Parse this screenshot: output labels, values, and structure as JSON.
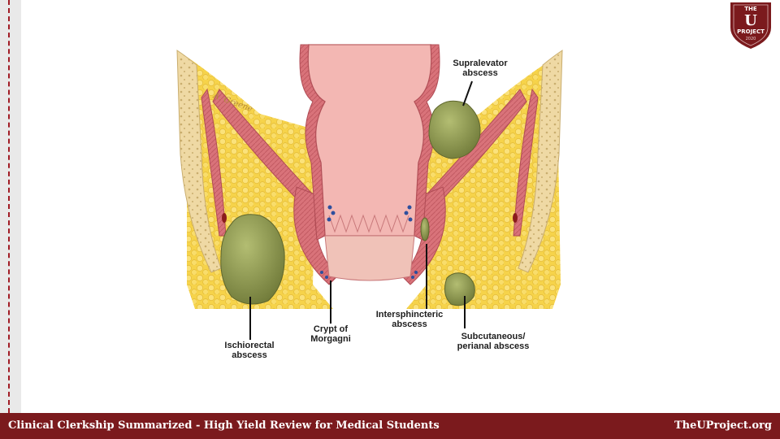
{
  "logo": {
    "line1": "THE",
    "letter": "U",
    "line2": "PROJECT",
    "year": "2020"
  },
  "artist_signature": "A. Greene",
  "labels": {
    "supralevator": "Supralevator abscess",
    "ischiorectal": "Ischiorectal abscess",
    "crypt": "Crypt of Morgagni",
    "intersphincteric": "Intersphincteric abscess",
    "subcutaneous": "Subcutaneous/ perianal abscess"
  },
  "footer": {
    "left": "Clinical Clerkship Summarized - High Yield Review for Medical Students",
    "right": "TheUProject.org"
  },
  "colors": {
    "brand": "#7b1a1d",
    "fat": "#f6d34a",
    "muscle": "#d9737a",
    "mucosa": "#f3b7b3",
    "bone": "#efd9a4",
    "abscess": "#8f9a52"
  }
}
